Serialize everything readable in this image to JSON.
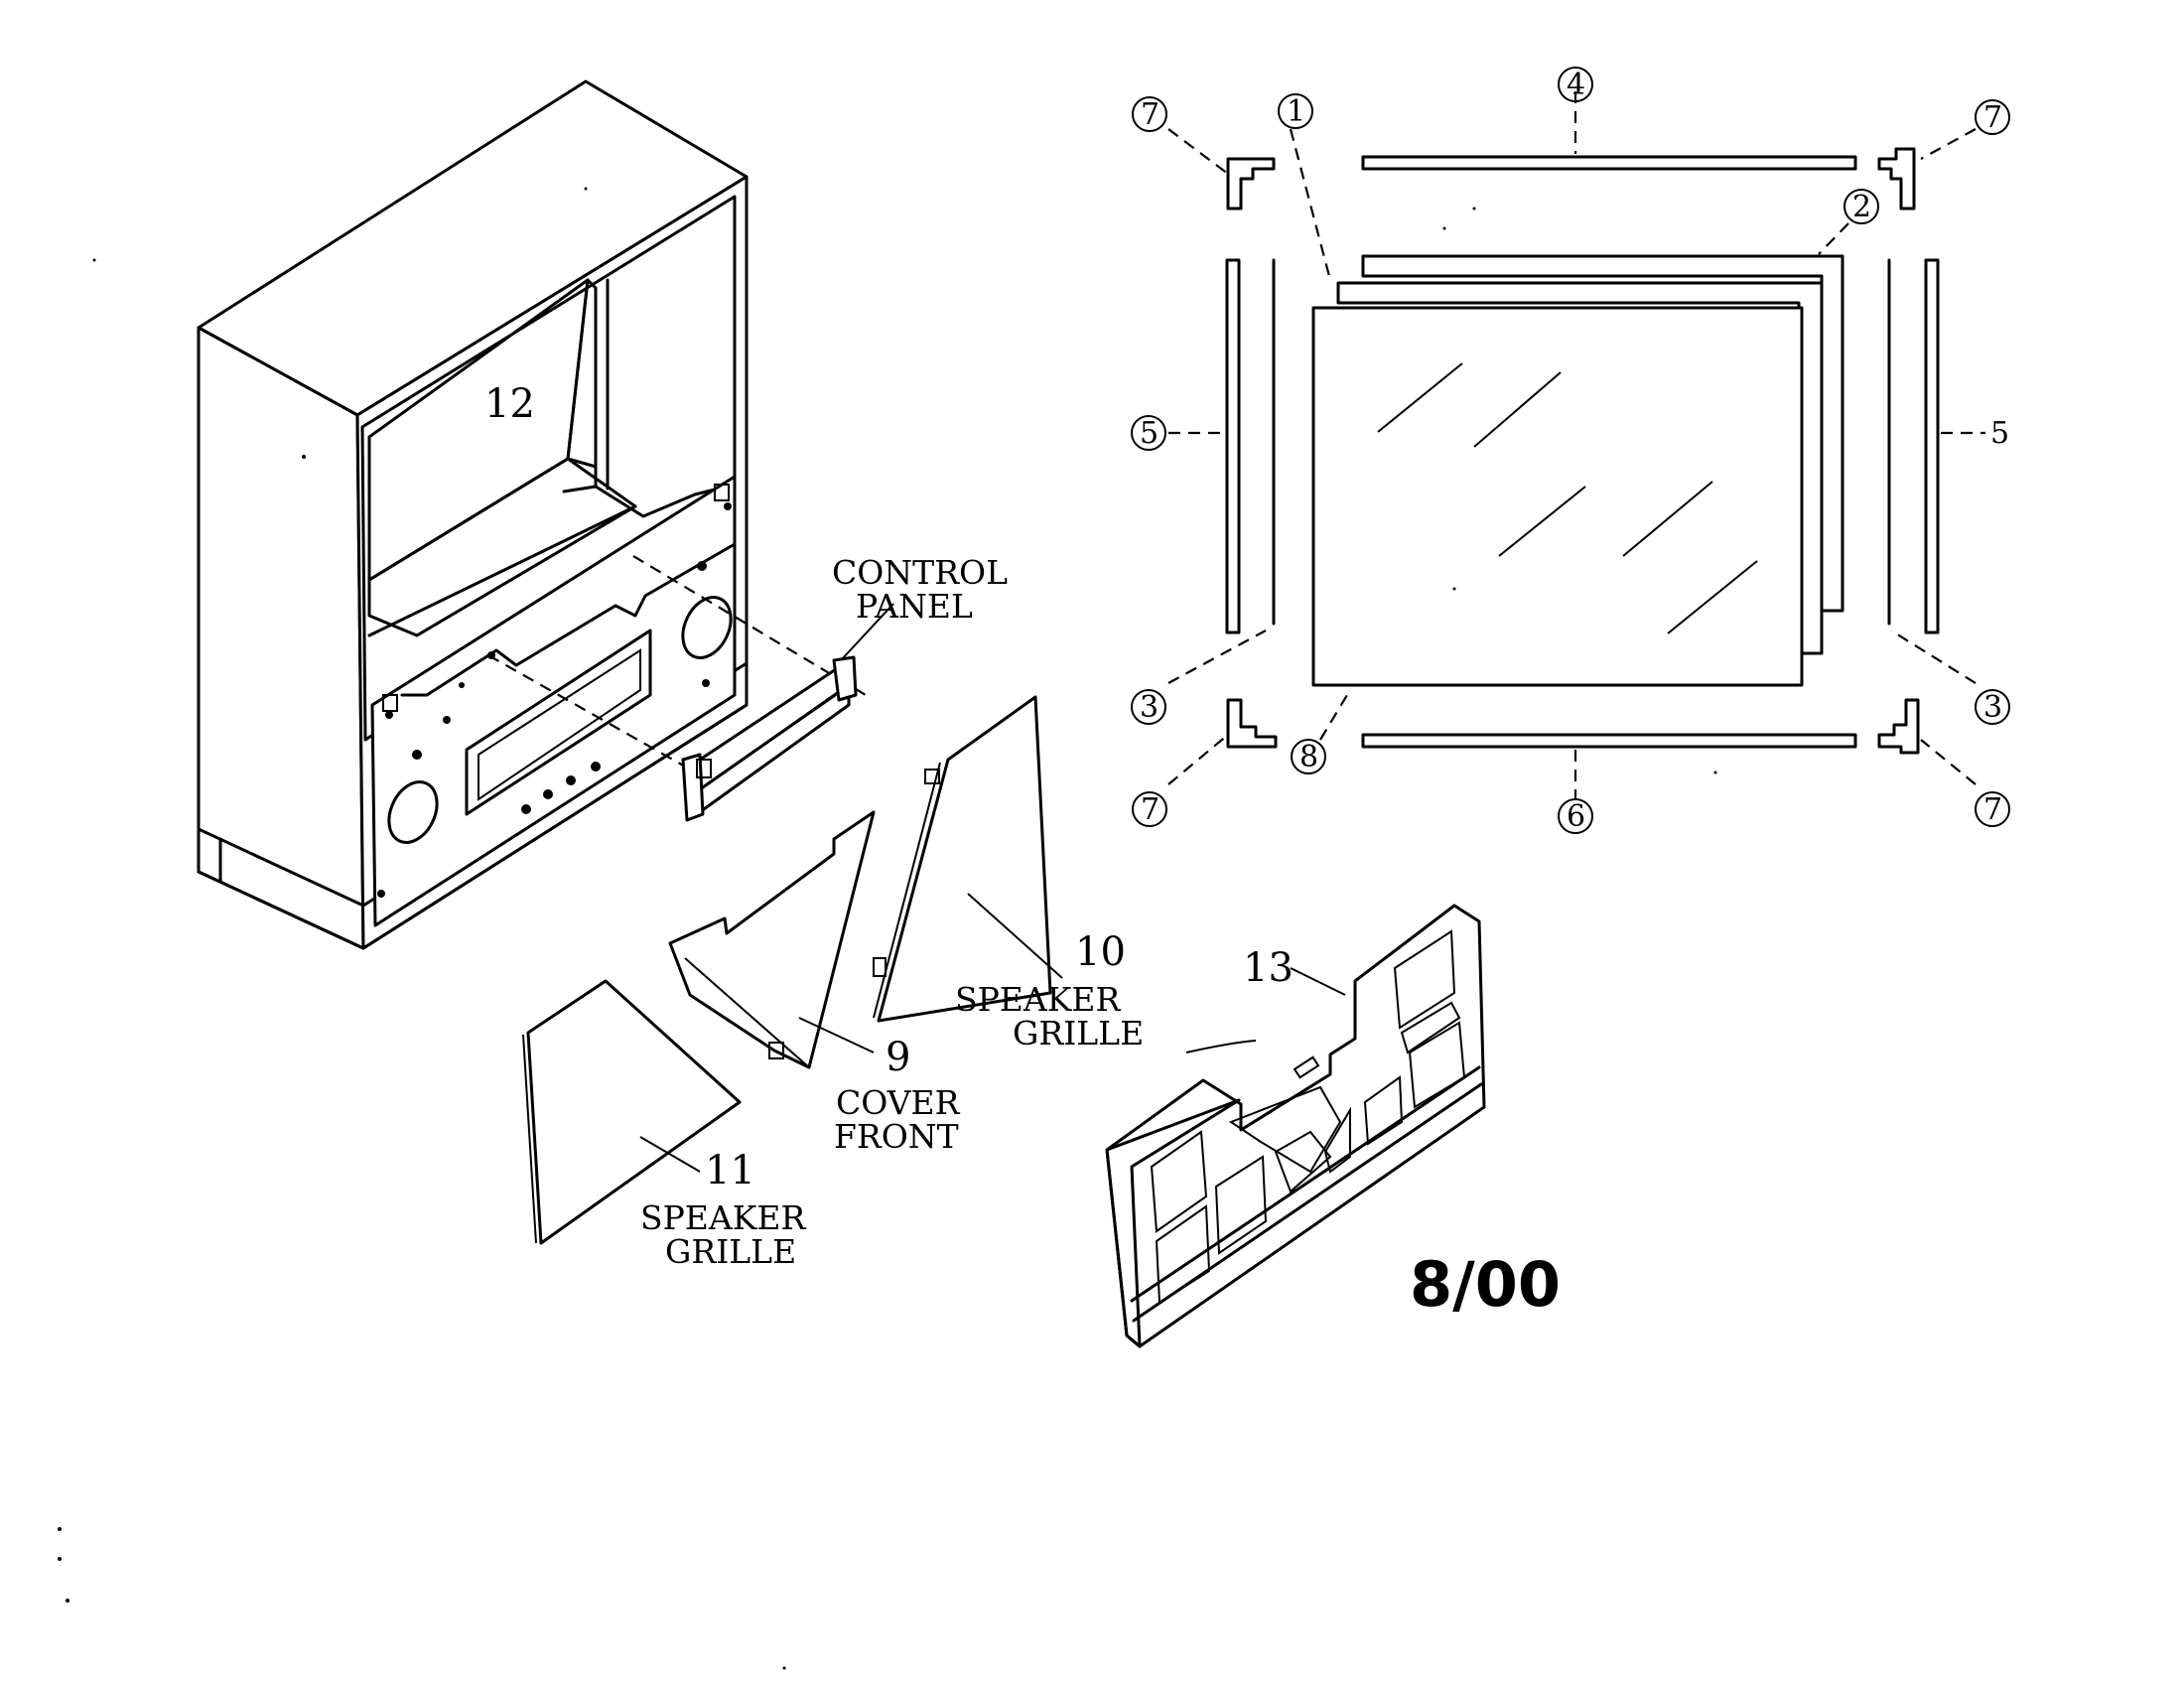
{
  "labels": {
    "control_panel_line1": "CONTROL",
    "control_panel_line2": "PANEL",
    "speaker_grille_line1": "SPEAKER",
    "speaker_grille_line2": "GRILLE",
    "cover_line1": "COVER",
    "cover_line2": "FRONT"
  },
  "callouts": {
    "c1": "1",
    "c2": "2",
    "c3": "3",
    "c4": "4",
    "c5": "5",
    "c6": "6",
    "c7": "7",
    "c8": "8",
    "c9": "9",
    "c10": "10",
    "c11": "11",
    "c12": "12",
    "c13": "13"
  },
  "date_code": "8/00"
}
